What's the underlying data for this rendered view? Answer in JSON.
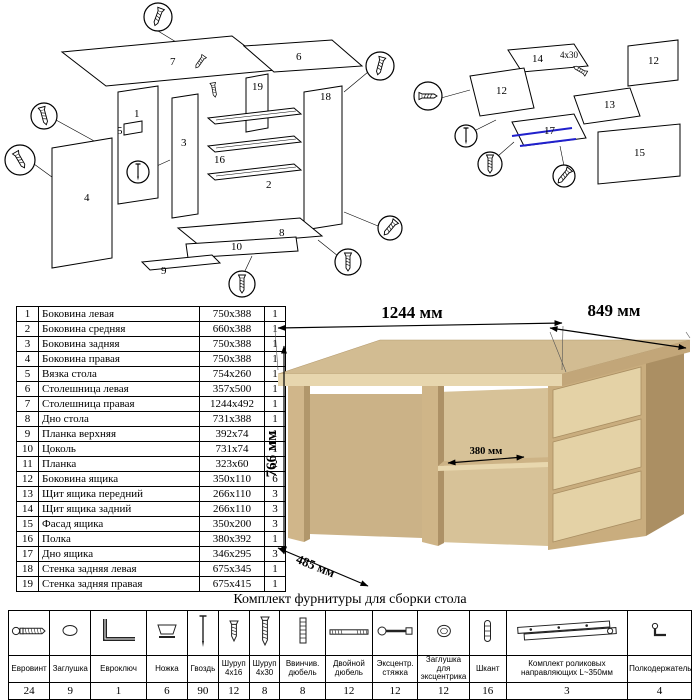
{
  "diagrams": {
    "desk": {
      "labels": [
        "7",
        "6",
        "19",
        "18",
        "5",
        "3",
        "16",
        "2",
        "1",
        "4",
        "10",
        "8",
        "9"
      ]
    },
    "drawer": {
      "labels": [
        "14",
        "12",
        "12",
        "13",
        "17",
        "15",
        "4x30"
      ]
    }
  },
  "desk_dimensions": {
    "width": "1244 мм",
    "depth": "849 мм",
    "height": "766 мм",
    "shelf_depth": "380 мм",
    "side_depth": "485 мм"
  },
  "parts_table": {
    "rows": [
      {
        "num": "1",
        "name": "Боковина левая",
        "size": "750x388",
        "qty": "1"
      },
      {
        "num": "2",
        "name": "Боковина средняя",
        "size": "660x388",
        "qty": "1"
      },
      {
        "num": "3",
        "name": "Боковина задняя",
        "size": "750x388",
        "qty": "1"
      },
      {
        "num": "4",
        "name": "Боковина правая",
        "size": "750x388",
        "qty": "1"
      },
      {
        "num": "5",
        "name": "Вязка стола",
        "size": "754x260",
        "qty": "1"
      },
      {
        "num": "6",
        "name": "Столешница левая",
        "size": "357x500",
        "qty": "1"
      },
      {
        "num": "7",
        "name": "Столешница правая",
        "size": "1244x492",
        "qty": "1"
      },
      {
        "num": "8",
        "name": "Дно стола",
        "size": "731x388",
        "qty": "1"
      },
      {
        "num": "9",
        "name": "Планка верхняя",
        "size": "392x74",
        "qty": "1"
      },
      {
        "num": "10",
        "name": "Цоколь",
        "size": "731x74",
        "qty": "1"
      },
      {
        "num": "11",
        "name": "Планка",
        "size": "323x60",
        "qty": "2"
      },
      {
        "num": "12",
        "name": "Боковина ящика",
        "size": "350x110",
        "qty": "6"
      },
      {
        "num": "13",
        "name": "Щит ящика передний",
        "size": "266x110",
        "qty": "3"
      },
      {
        "num": "14",
        "name": "Щит ящика задний",
        "size": "266x110",
        "qty": "3"
      },
      {
        "num": "15",
        "name": "Фасад ящика",
        "size": "350x200",
        "qty": "3"
      },
      {
        "num": "16",
        "name": "Полка",
        "size": "380x392",
        "qty": "1"
      },
      {
        "num": "17",
        "name": "Дно ящика",
        "size": "346x295",
        "qty": "3"
      },
      {
        "num": "18",
        "name": "Стенка задняя левая",
        "size": "675x345",
        "qty": "1"
      },
      {
        "num": "19",
        "name": "Стенка задняя правая",
        "size": "675x415",
        "qty": "1"
      }
    ]
  },
  "hardware": {
    "title": "Комплект фурнитуры для сборки стола",
    "items": [
      {
        "label": "Евровинт",
        "qty": "24",
        "icon": "confirmat-screw-icon"
      },
      {
        "label": "Заглушка",
        "qty": "9",
        "icon": "cap-icon"
      },
      {
        "label": "Евроключ",
        "qty": "1",
        "icon": "hex-key-icon"
      },
      {
        "label": "Ножка",
        "qty": "6",
        "icon": "foot-icon"
      },
      {
        "label": "Гвоздь",
        "qty": "90",
        "icon": "nail-icon"
      },
      {
        "label": "Шуруп 4x16",
        "qty": "12",
        "icon": "screw-short-icon"
      },
      {
        "label": "Шуруп 4x30",
        "qty": "8",
        "icon": "screw-long-icon"
      },
      {
        "label": "Ввинчив. дюбель",
        "qty": "8",
        "icon": "threaded-dowel-icon"
      },
      {
        "label": "Двойной дюбель",
        "qty": "12",
        "icon": "double-dowel-icon"
      },
      {
        "label": "Эксцентр. стяжка",
        "qty": "12",
        "icon": "cam-bolt-icon"
      },
      {
        "label": "Заглушка для эксцентрика",
        "qty": "12",
        "icon": "cam-cap-icon"
      },
      {
        "label": "Шкант",
        "qty": "16",
        "icon": "wood-dowel-icon"
      },
      {
        "label": "Комплект роликовых направляющих L~350мм",
        "qty": "3",
        "icon": "drawer-slide-icon"
      },
      {
        "label": "Полкодержатель",
        "qty": "4",
        "icon": "shelf-pin-icon"
      }
    ]
  }
}
